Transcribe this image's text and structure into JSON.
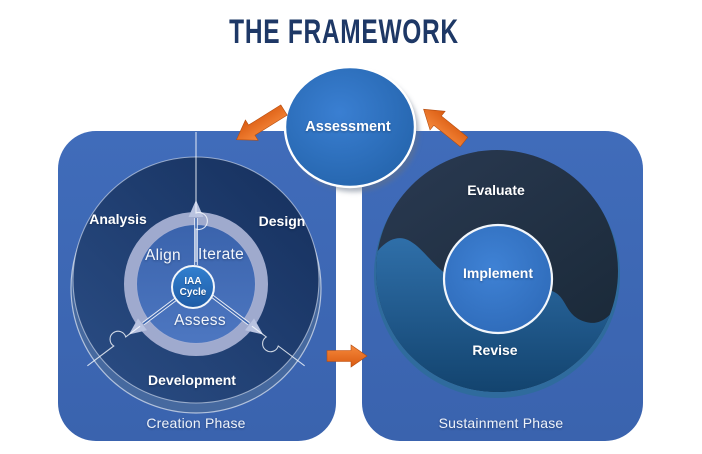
{
  "title": "THE FRAMEWORK",
  "assessment": {
    "label": "Assessment"
  },
  "creation": {
    "phase_label": "Creation Phase",
    "labels": {
      "analysis": "Analysis",
      "design": "Design",
      "development": "Development"
    },
    "cycle": {
      "align": "Align",
      "iterate": "Iterate",
      "assess": "Assess",
      "core_line1": "IAA",
      "core_line2": "Cycle"
    }
  },
  "sustainment": {
    "phase_label": "Sustainment Phase",
    "labels": {
      "evaluate": "Evaluate",
      "implement": "Implement",
      "revise": "Revise"
    }
  },
  "icons": {
    "arrow_to_creation": "orange-arrow-down-left",
    "arrow_to_sustainment": "orange-arrow-right",
    "arrow_to_assessment": "orange-arrow-up-left"
  },
  "colors": {
    "panel_blue": "#3c67b4",
    "creation_dark_navy": "#1c3a6b",
    "sustainment_charcoal": "#202f44",
    "wave_blue": "#1d5b8e",
    "ring_lavender": "#a6b0d3",
    "node_blue": "#2e6fbc",
    "accent_orange": "#ea6c1f",
    "title_navy": "#1e3866",
    "text_white": "#ffffff"
  }
}
